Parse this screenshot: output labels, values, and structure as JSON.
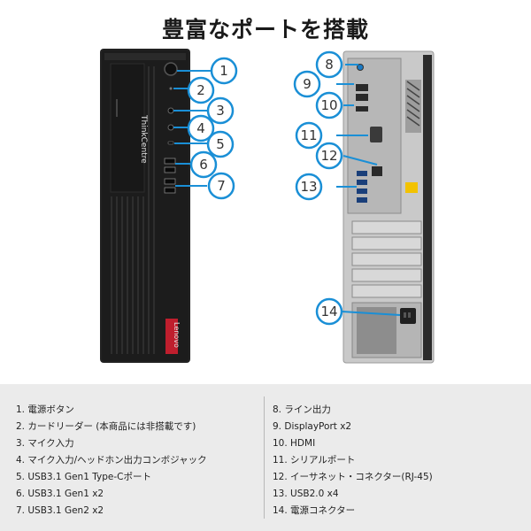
{
  "title": "豊富なポートを搭載",
  "front_panel": {
    "brand_text": "ThinkCentre",
    "logo_text": "Lenovo"
  },
  "callouts": [
    "1",
    "2",
    "3",
    "4",
    "5",
    "6",
    "7",
    "8",
    "9",
    "10",
    "11",
    "12",
    "13",
    "14"
  ],
  "legend": {
    "left": [
      "1. 電源ボタン",
      "2. カードリーダー (本商品には非搭載です)",
      "3. マイク入力",
      "4. マイク入力/ヘッドホン出力コンボジャック",
      "5. USB3.1 Gen1 Type-Cポート",
      "6. USB3.1 Gen1 x2",
      "7. USB3.1 Gen2 x2"
    ],
    "right": [
      "8. ライン出力",
      "9. DisplayPort x2",
      "10. HDMI",
      "11. シリアルポート",
      "12. イーサネット・コネクター(RJ-45)",
      "13. USB2.0 x4",
      "14. 電源コネクター"
    ]
  },
  "colors": {
    "callout_stroke": "#1a8fd6",
    "chassis_front": "#1e1e1e",
    "chassis_back": "#c9c9c9",
    "legend_bg": "#ebebeb"
  }
}
